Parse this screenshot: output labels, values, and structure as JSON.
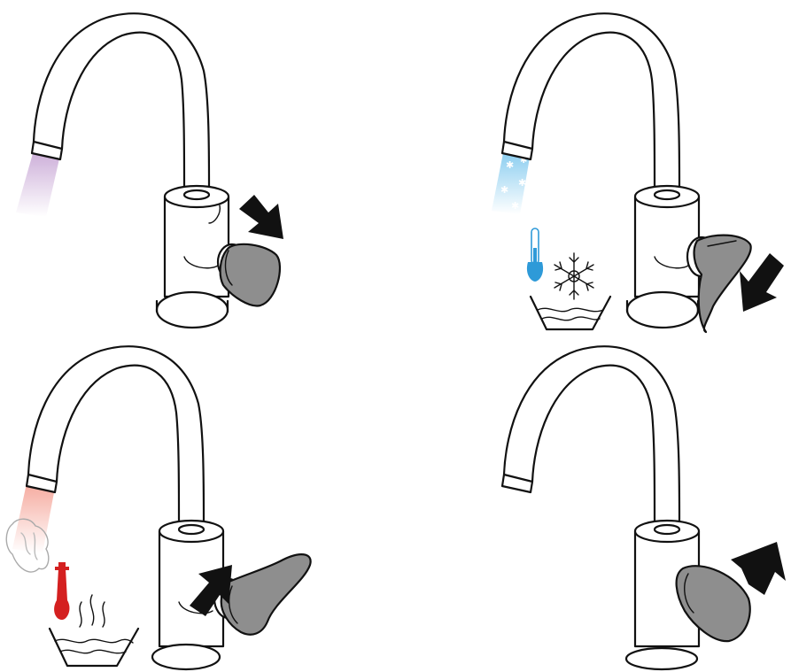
{
  "figure": {
    "panels": [
      {
        "id": "p1",
        "state": "open-mixed",
        "water_color": "#c9a9d6",
        "lever_action": "push-down",
        "indicator": "none"
      },
      {
        "id": "p2",
        "state": "cold",
        "water_color": "#7ec8ee",
        "lever_action": "rotate-right",
        "indicator": "cold-thermometer-snowflake",
        "thermometer_color": "#2e9ad8"
      },
      {
        "id": "p3",
        "state": "hot",
        "water_color": "#f5a69a",
        "lever_action": "rotate-left",
        "indicator": "hot-thermometer-steam",
        "thermometer_color": "#d42020"
      },
      {
        "id": "p4",
        "state": "closed",
        "water_color": "none",
        "lever_action": "push-up",
        "indicator": "none"
      }
    ],
    "icons": [
      "arrow-icon",
      "thermometer-icon",
      "snowflake-icon",
      "steam-icon",
      "water-bowl-icon"
    ]
  }
}
